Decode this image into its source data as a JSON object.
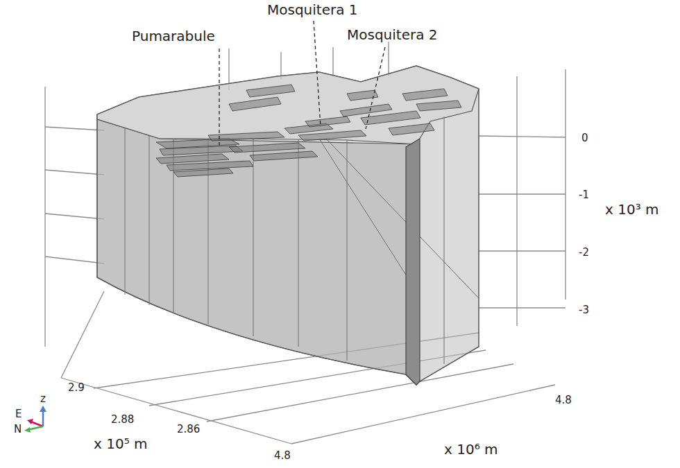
{
  "diagram": {
    "labels": [
      "Pumarabule",
      "Mosquitera 1",
      "Mosquitera 2",
      "0",
      "-1",
      "-2",
      "-3",
      "x 10³ m",
      "2.9",
      "2.88",
      "2.86",
      "4.8",
      "x 10⁵ m",
      "x 10⁶ m",
      "4.8",
      "z",
      "E",
      "N"
    ]
  }
}
